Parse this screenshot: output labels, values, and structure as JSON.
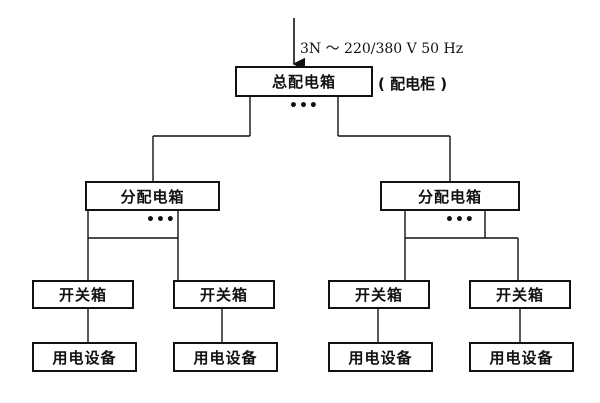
{
  "supply": {
    "label": "3N ～ 220/380 V 50 Hz"
  },
  "main_box": {
    "label": "总配电箱",
    "note": "( 配电柜 )"
  },
  "branches": [
    {
      "label": "分配电箱",
      "children": [
        {
          "switch": "开关箱",
          "equipment": "用电设备"
        },
        {
          "switch": "开关箱",
          "equipment": "用电设备"
        }
      ]
    },
    {
      "label": "分配电箱",
      "children": [
        {
          "switch": "开关箱",
          "equipment": "用电设备"
        },
        {
          "switch": "开关箱",
          "equipment": "用电设备"
        }
      ]
    }
  ],
  "ellipsis": "•••"
}
